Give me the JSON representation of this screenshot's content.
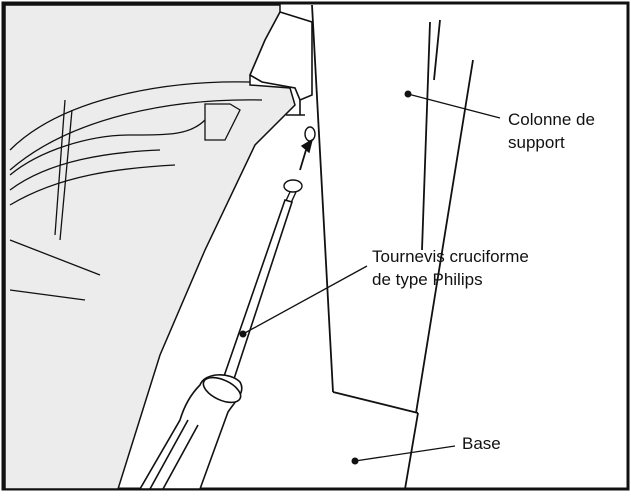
{
  "labels": {
    "support_column": [
      "Colonne de",
      "support"
    ],
    "screwdriver": [
      "Tournevis cruciforme",
      "de type Philips"
    ],
    "base": "Base"
  },
  "colors": {
    "line": "#111111",
    "panel_fill": "#ececec",
    "background": "#ffffff"
  }
}
